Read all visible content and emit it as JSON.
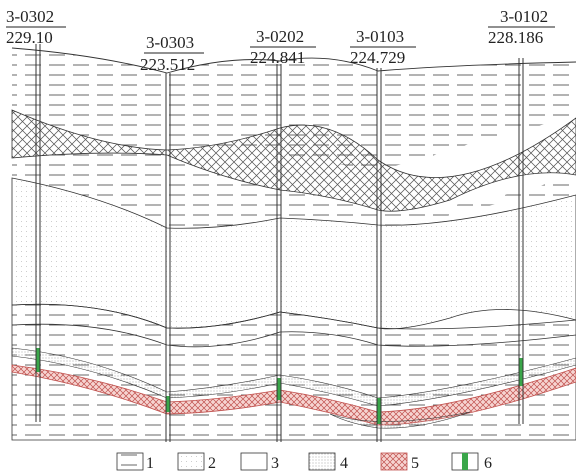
{
  "boreholes": [
    {
      "id": "3-0302",
      "elevation": "229.10"
    },
    {
      "id": "3-0303",
      "elevation": "223.512"
    },
    {
      "id": "3-0202",
      "elevation": "224.841"
    },
    {
      "id": "3-0103",
      "elevation": "224.729"
    },
    {
      "id": "3-0102",
      "elevation": "228.186"
    }
  ],
  "legend": [
    {
      "number": "1",
      "pattern": "dashed"
    },
    {
      "number": "2",
      "pattern": "stippled"
    },
    {
      "number": "3",
      "pattern": "blank"
    },
    {
      "number": "4",
      "pattern": "dense-stipple"
    },
    {
      "number": "5",
      "pattern": "red-crosshatch"
    },
    {
      "number": "6",
      "pattern": "green-bar"
    }
  ],
  "colors": {
    "line": "#333333",
    "crosshatch_dark": "#555555",
    "crosshatch_red": "#c0504d",
    "red_fill": "#f2c9c6",
    "green": "#3aa64a",
    "dash": "#666666",
    "stipple": "#bfbfbf"
  }
}
